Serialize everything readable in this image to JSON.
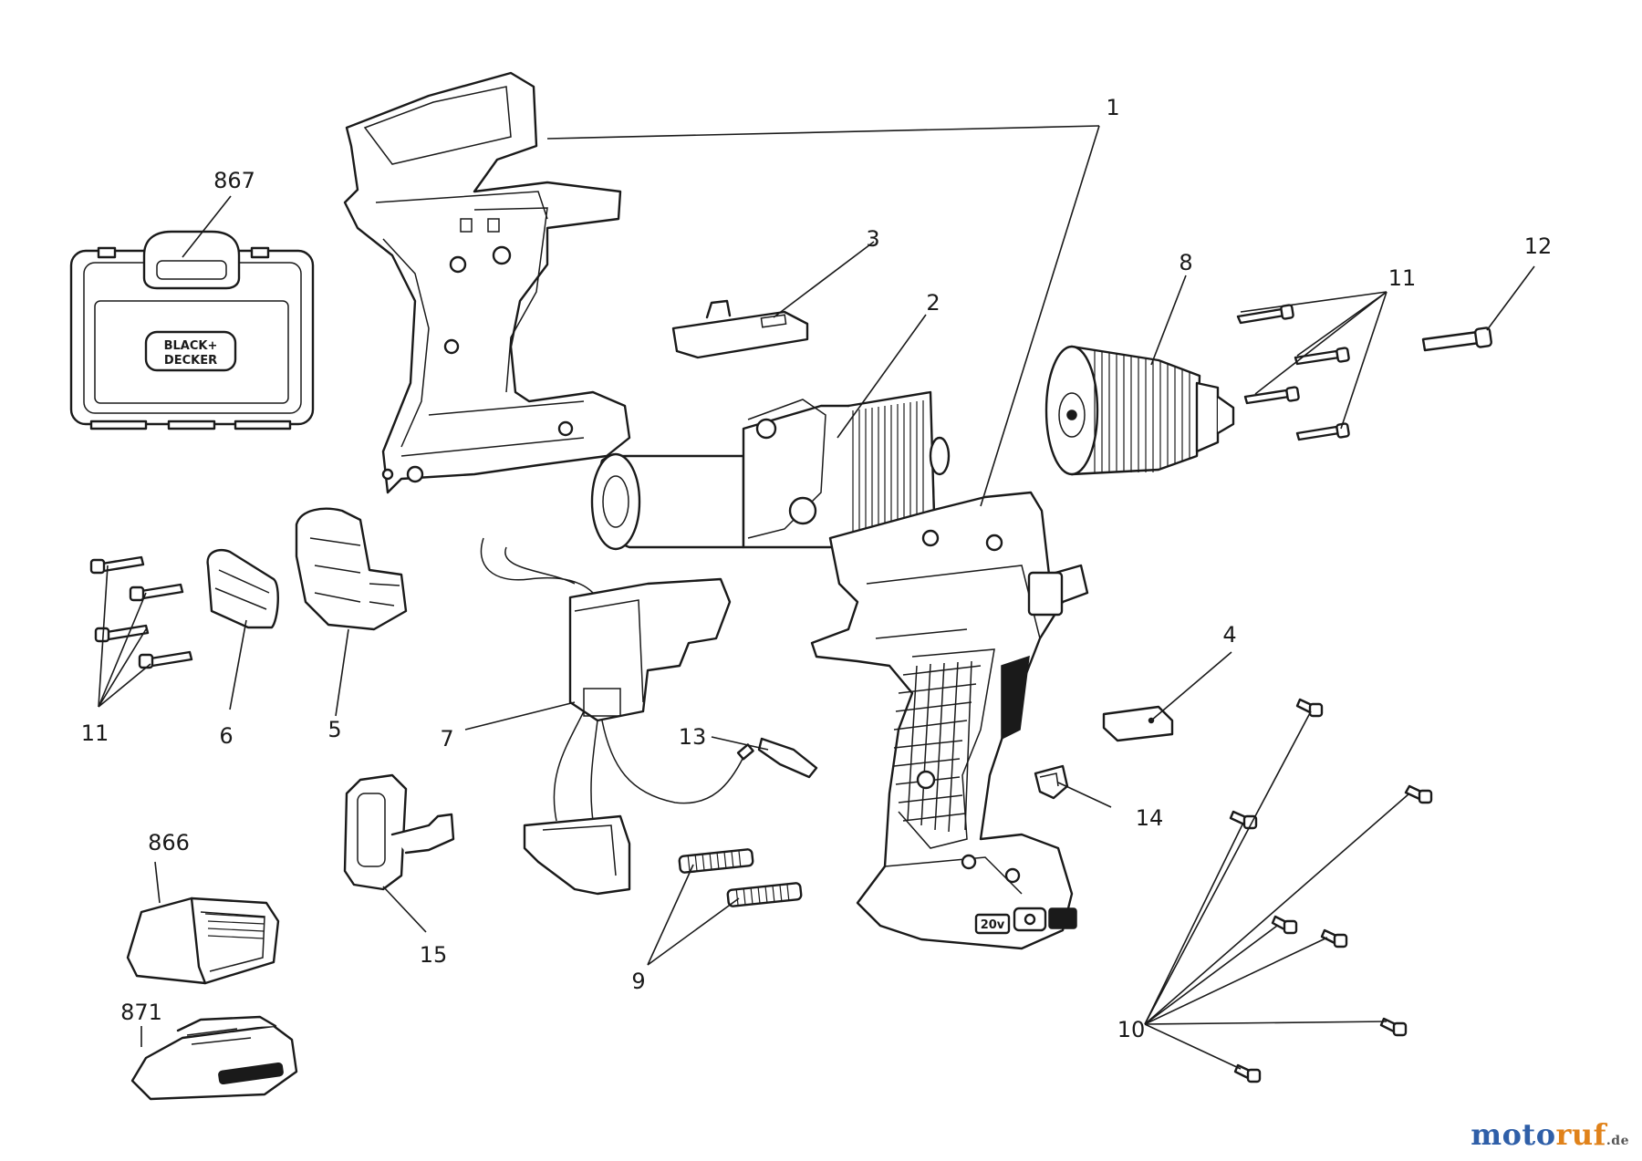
{
  "diagram": {
    "brand_logo": {
      "line1": "BLACK+",
      "line2": "DECKER"
    },
    "battery_label": "20v",
    "callouts": [
      {
        "id": "1",
        "label": "1"
      },
      {
        "id": "2",
        "label": "2"
      },
      {
        "id": "3",
        "label": "3"
      },
      {
        "id": "4",
        "label": "4"
      },
      {
        "id": "5",
        "label": "5"
      },
      {
        "id": "6",
        "label": "6"
      },
      {
        "id": "7",
        "label": "7"
      },
      {
        "id": "8",
        "label": "8"
      },
      {
        "id": "9",
        "label": "9"
      },
      {
        "id": "10",
        "label": "10"
      },
      {
        "id": "11a",
        "label": "11"
      },
      {
        "id": "11b",
        "label": "11"
      },
      {
        "id": "12",
        "label": "12"
      },
      {
        "id": "13",
        "label": "13"
      },
      {
        "id": "14",
        "label": "14"
      },
      {
        "id": "15",
        "label": "15"
      },
      {
        "id": "866",
        "label": "866"
      },
      {
        "id": "867",
        "label": "867"
      },
      {
        "id": "871",
        "label": "871"
      }
    ]
  },
  "watermark": {
    "main": "moto",
    "accent": "ruf",
    "tld": ".de"
  }
}
